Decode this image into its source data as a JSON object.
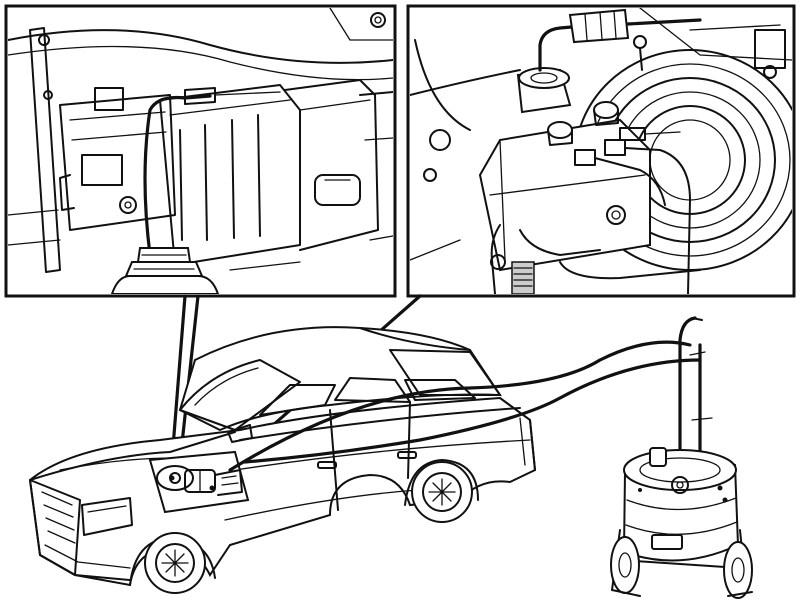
{
  "figure": {
    "panels": [
      "left-detail-inset",
      "right-detail-inset",
      "main-overview"
    ],
    "labels": []
  },
  "colors": {
    "ink": "#111111",
    "paper": "#ffffff"
  },
  "icons": [
    "sedan-car-icon",
    "brake-bleeder-unit-icon",
    "fluid-bottle-icon",
    "brake-fluid-reservoir-icon",
    "brake-booster-icon"
  ]
}
